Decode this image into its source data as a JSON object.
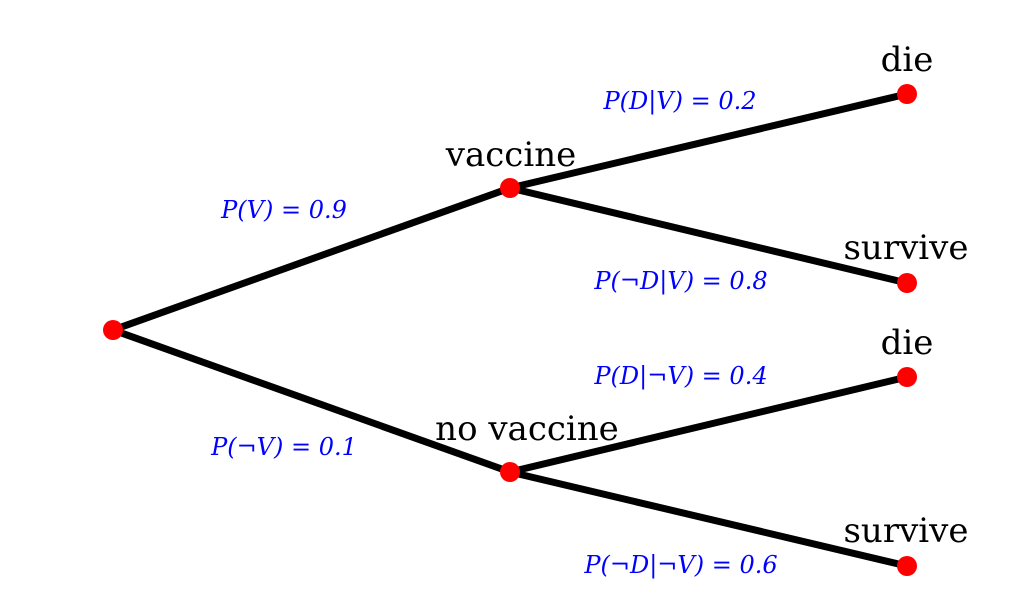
{
  "colors": {
    "edge": "#000000",
    "node": "#ff0000",
    "probability_text": "#0000ff",
    "node_text": "#000000"
  },
  "nodes": {
    "root": {
      "label": ""
    },
    "vaccine": {
      "label": "vaccine"
    },
    "no_vaccine": {
      "label": "no vaccine"
    },
    "v_die": {
      "label": "die"
    },
    "v_survive": {
      "label": "survive"
    },
    "nv_die": {
      "label": "die"
    },
    "nv_survive": {
      "label": "survive"
    }
  },
  "edges": {
    "root_vaccine": {
      "label": "P(V) = 0.9"
    },
    "root_no_vaccine": {
      "label": "P(¬V) = 0.1"
    },
    "vaccine_die": {
      "label": "P(D|V) = 0.2"
    },
    "vaccine_survive": {
      "label": "P(¬D|V) = 0.8"
    },
    "no_vaccine_die": {
      "label": "P(D|¬V) = 0.4"
    },
    "no_vaccine_survive": {
      "label": "P(¬D|¬V) = 0.6"
    }
  }
}
